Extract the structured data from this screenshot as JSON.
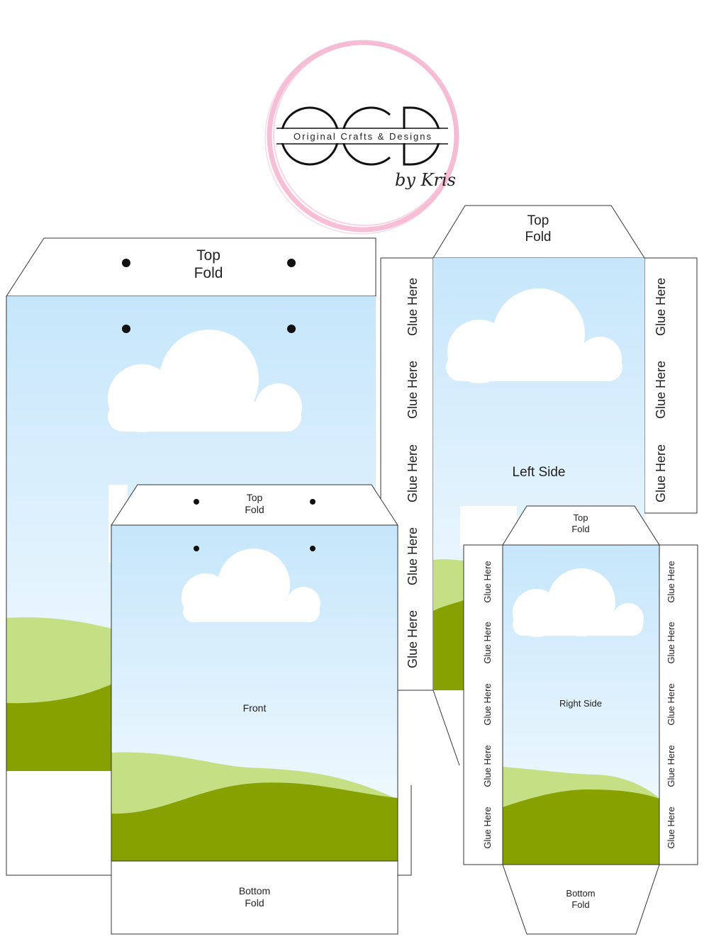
{
  "logo": {
    "letters": "OCD",
    "tagline": "Original Crafts & Designs",
    "signature": "by Kris",
    "ring_color": "#f5b8d0"
  },
  "colors": {
    "sky_top": "#c6e6fb",
    "sky_bottom": "#f7fcff",
    "hill_light": "#c5df85",
    "hill_dark": "#87a200",
    "cloud": "#ffffff",
    "outline": "#333333"
  },
  "large_front": {
    "top_fold": "Top\nFold"
  },
  "left_side": {
    "top_fold": "Top\nFold",
    "label": "Left Side",
    "glue_left": [
      "Glue Here",
      "Glue Here",
      "Glue Here",
      "Glue Here",
      "Glue Here"
    ],
    "glue_right": [
      "Glue Here",
      "Glue Here",
      "Glue Here"
    ]
  },
  "front": {
    "top_fold": "Top\nFold",
    "label": "Front",
    "bottom_fold": "Bottom\nFold"
  },
  "right_side": {
    "top_fold": "Top\nFold",
    "label": "Right Side",
    "bottom_fold": "Bottom\nFold",
    "glue_left": [
      "Glue Here",
      "Glue Here",
      "Glue Here",
      "Glue Here",
      "Glue Here"
    ],
    "glue_right": [
      "Glue Here",
      "Glue Here",
      "Glue Here",
      "Glue Here",
      "Glue Here"
    ]
  }
}
